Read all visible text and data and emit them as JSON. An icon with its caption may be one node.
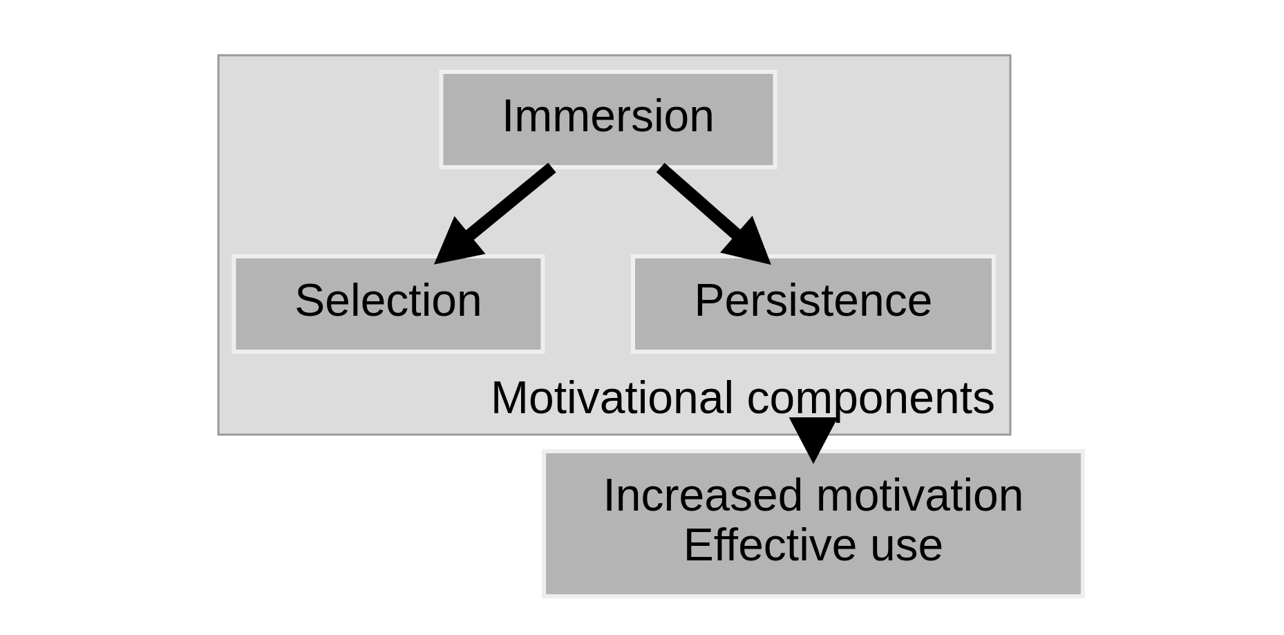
{
  "diagram": {
    "nodes": [
      {
        "text": [],
        "shape": "box",
        "beside": [
          "Motivational components"
        ]
      },
      {
        "text": [
          "Immersion"
        ],
        "in": 0
      },
      {
        "text": [
          "Selection"
        ],
        "in": 0
      },
      {
        "text": [
          "Persistence"
        ],
        "in": 0
      },
      {
        "text": [
          "Increased motivation",
          "Effective use"
        ]
      }
    ],
    "edges": [
      {
        "from": 1,
        "to": 2,
        "arrow": "to"
      },
      {
        "from": 1,
        "to": 3,
        "arrow": "to"
      },
      {
        "from": 0,
        "to": 4,
        "arrow": "to"
      }
    ]
  }
}
